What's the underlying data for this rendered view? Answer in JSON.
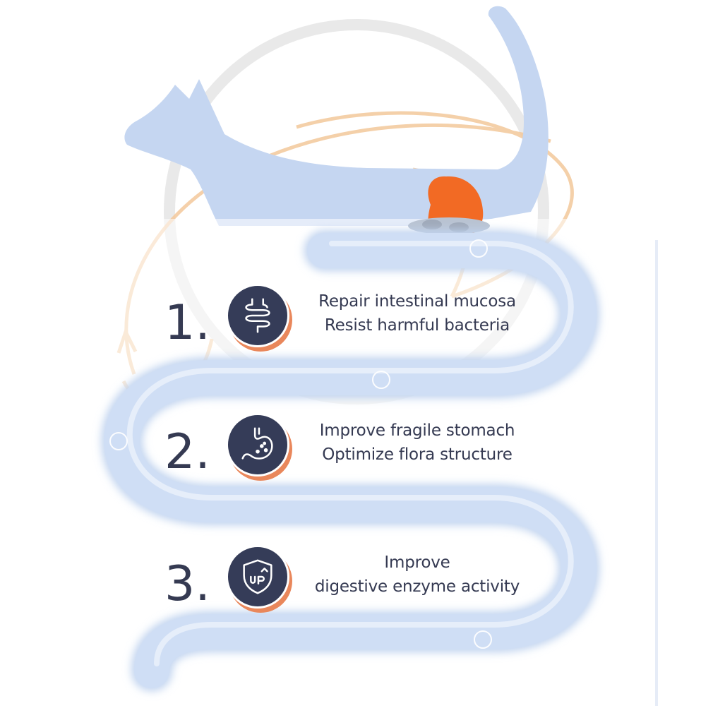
{
  "colors": {
    "text": "#353a52",
    "badge": "#353c58",
    "badge_ring": "#e9875b",
    "intestine": "#c9dbf4",
    "cat": "#c5d6f1",
    "stomach_organ": "#f26a24",
    "arc_orange": "#f4c99a",
    "arc_gray": "#dcdcdc"
  },
  "benefits": [
    {
      "number": "1.",
      "icon": "intestine-icon",
      "line1": "Repair intestinal mucosa",
      "line2": "Resist harmful bacteria"
    },
    {
      "number": "2.",
      "icon": "stomach-icon",
      "line1": "Improve fragile stomach",
      "line2": "Optimize flora structure"
    },
    {
      "number": "3.",
      "icon": "shield-up-icon",
      "line1": "Improve",
      "line2": "digestive enzyme activity"
    }
  ]
}
